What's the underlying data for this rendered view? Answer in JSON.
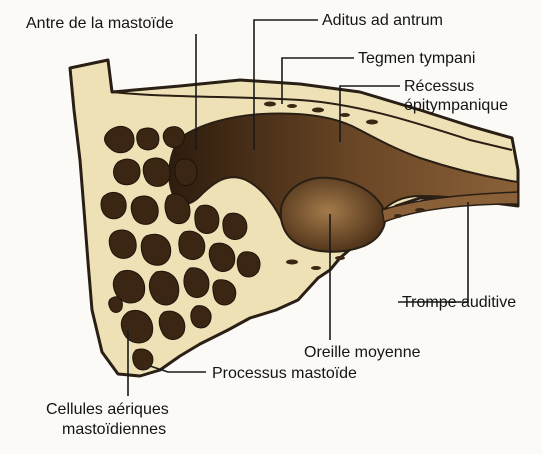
{
  "labels": {
    "antre": "Antre de la mastoïde",
    "aditus": "Aditus ad antrum",
    "tegmen": "Tegmen tympani",
    "recessus_1": "Récessus",
    "recessus_2": "épitympanique",
    "trompe": "Trompe auditive",
    "oreille": "Oreille moyenne",
    "processus": "Processus mastoïde",
    "cellules_1": "Cellules aériques",
    "cellules_2": "mastoïdiennes"
  },
  "colors": {
    "bone": "#efe1b6",
    "outline": "#2a1f14",
    "cavity": "#6b4726",
    "cavity_dark": "#2e1c0d",
    "cells": "#3b2613",
    "background": "#fbfaf7"
  }
}
